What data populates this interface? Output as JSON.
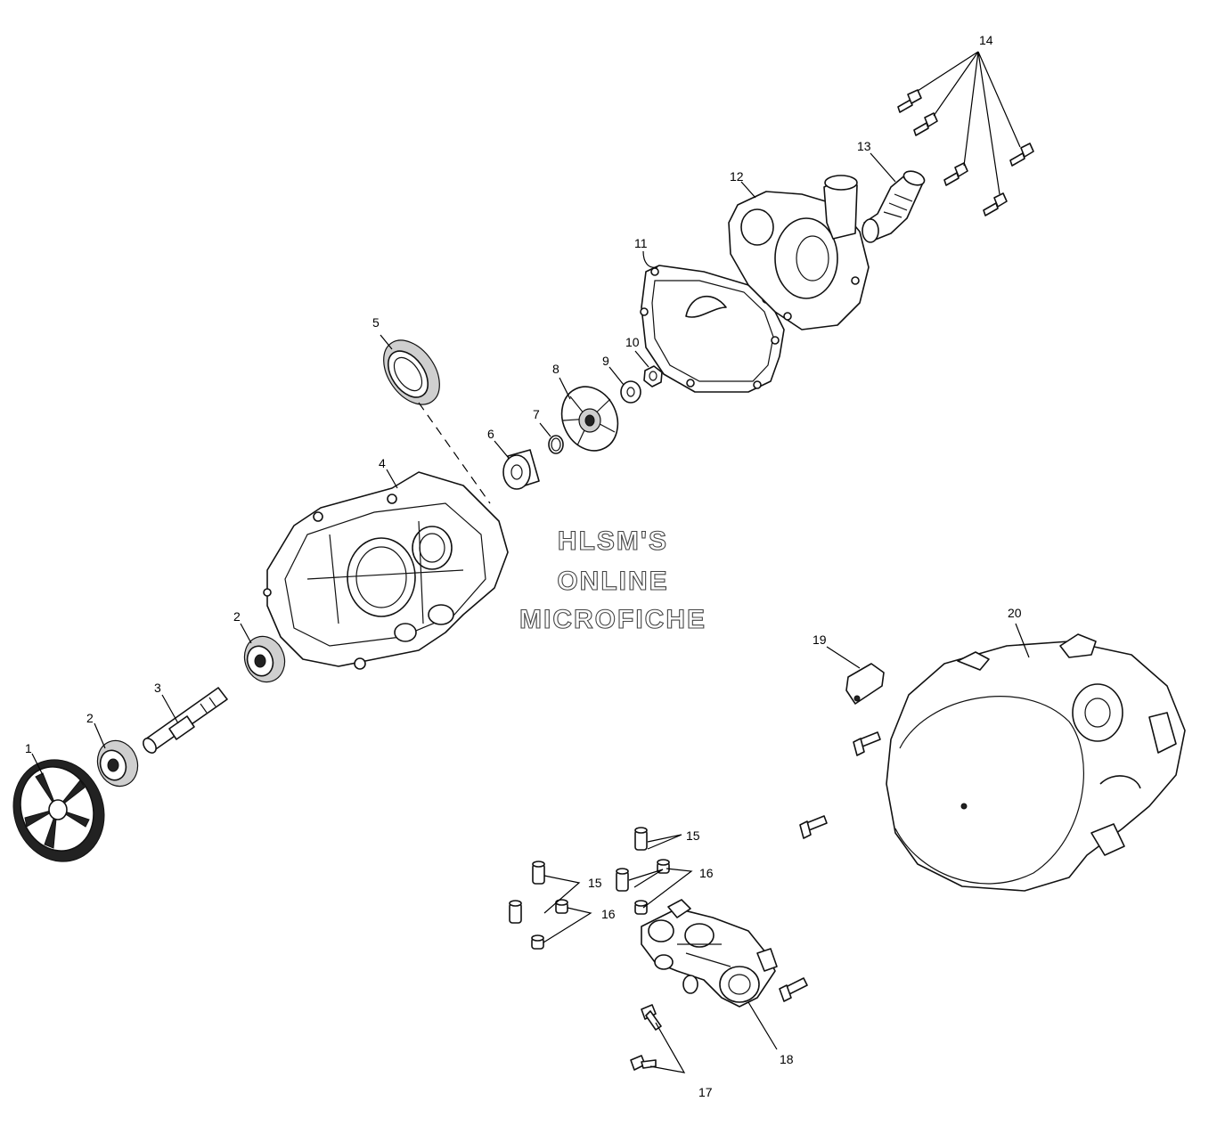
{
  "watermark": {
    "line1": "HLSM'S",
    "line2": "ONLINE",
    "line3": "MICROFICHE"
  },
  "callouts": [
    {
      "id": "c1",
      "label": "1"
    },
    {
      "id": "c2a",
      "label": "2"
    },
    {
      "id": "c2b",
      "label": "2"
    },
    {
      "id": "c3",
      "label": "3"
    },
    {
      "id": "c4",
      "label": "4"
    },
    {
      "id": "c5",
      "label": "5"
    },
    {
      "id": "c6",
      "label": "6"
    },
    {
      "id": "c7",
      "label": "7"
    },
    {
      "id": "c8",
      "label": "8"
    },
    {
      "id": "c9",
      "label": "9"
    },
    {
      "id": "c10",
      "label": "10"
    },
    {
      "id": "c11",
      "label": "11"
    },
    {
      "id": "c12",
      "label": "12"
    },
    {
      "id": "c13",
      "label": "13"
    },
    {
      "id": "c14",
      "label": "14"
    },
    {
      "id": "c15a",
      "label": "15"
    },
    {
      "id": "c15b",
      "label": "15"
    },
    {
      "id": "c16a",
      "label": "16"
    },
    {
      "id": "c16b",
      "label": "16"
    },
    {
      "id": "c17",
      "label": "17"
    },
    {
      "id": "c18",
      "label": "18"
    },
    {
      "id": "c19",
      "label": "19"
    },
    {
      "id": "c20",
      "label": "20"
    }
  ]
}
